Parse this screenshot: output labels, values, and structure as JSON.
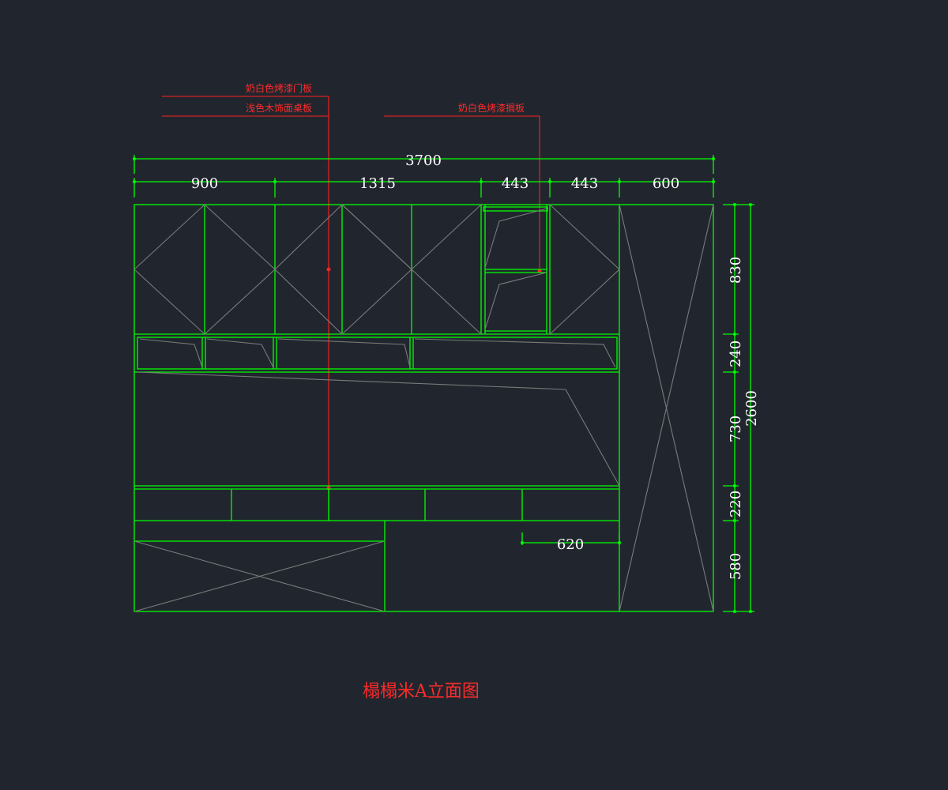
{
  "drawing": {
    "title": "榻榻米A立面图",
    "total_width": "3700",
    "width_dims": [
      "900",
      "1315",
      "443",
      "443",
      "600"
    ],
    "total_height": "2600",
    "height_dims": [
      "830",
      "240",
      "730",
      "220",
      "580"
    ],
    "inner_dim": "620"
  },
  "callouts": [
    {
      "text": "奶白色烤漆门板"
    },
    {
      "text": "浅色木饰面桌板"
    },
    {
      "text": "奶白色烤漆搁板"
    }
  ],
  "colors": {
    "background": "#21262e",
    "cabinet_lines": "#00ff00",
    "hatch_lines": "#7a7a7a",
    "callouts": "#ff2020",
    "dim_text": "#ffffff"
  }
}
